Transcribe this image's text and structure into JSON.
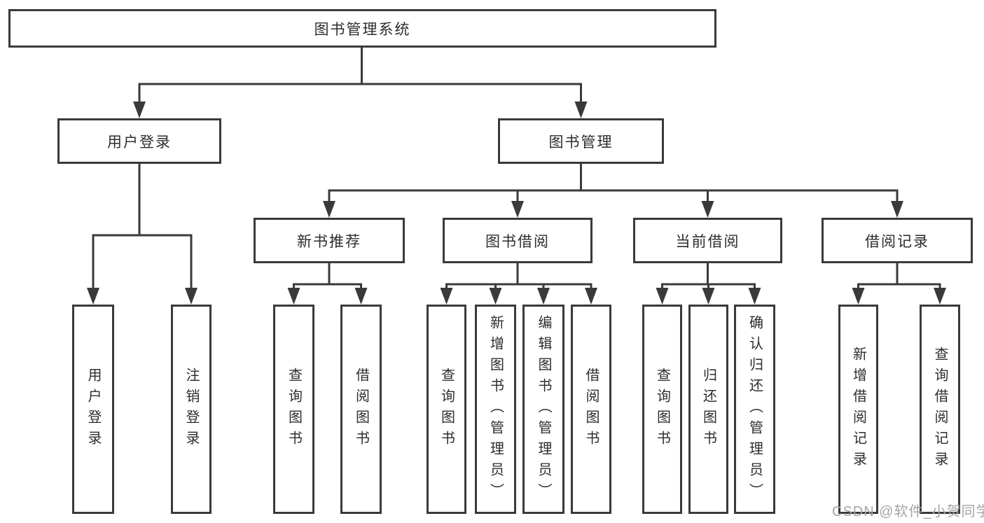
{
  "diagram": {
    "title": "图书管理系统",
    "nodes": {
      "root": "图书管理系统",
      "user_login": "用户登录",
      "book_management": "图书管理",
      "new_book_recommend": "新书推荐",
      "book_borrowing": "图书借阅",
      "current_borrowing": "当前借阅",
      "borrowing_records": "借阅记录",
      "user_login_children": [
        "用户登录",
        "注销登录"
      ],
      "new_book_recommend_children": [
        "查询图书",
        "借阅图书"
      ],
      "book_borrowing_children": [
        "查询图书",
        "新增图书（管理员）",
        "编辑图书（管理员）",
        "借阅图书"
      ],
      "current_borrowing_children": [
        "查询图书",
        "归还图书",
        "确认归还（管理员）"
      ],
      "borrowing_records_children": [
        "新增借阅记录",
        "查询借阅记录"
      ]
    },
    "colors": {
      "line": "#3a3a3a",
      "text": "#2d2d2d",
      "background": "#ffffff",
      "watermark_color": "#a5a5a5"
    }
  },
  "watermark": {
    "text": "CSDN @软件_小贺同学"
  }
}
